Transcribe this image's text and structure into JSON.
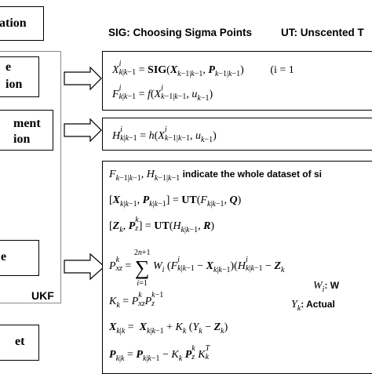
{
  "left": {
    "box1": "ation",
    "box2_l1": "e",
    "box2_l2": "ion",
    "box3_l1": "ment",
    "box3_l2": "ion",
    "box4": "e",
    "ukf": "UKF",
    "box5": "et"
  },
  "legend": {
    "sig": "SIG: Choosing Sigma Points",
    "ut": "UT: Unscented T"
  },
  "prediction": {
    "eq1_cond": "(i = 1"
  },
  "update": {
    "note": "indicate the whole dataset of si",
    "wi_desc": ": W",
    "yk_desc": ": Actual"
  }
}
